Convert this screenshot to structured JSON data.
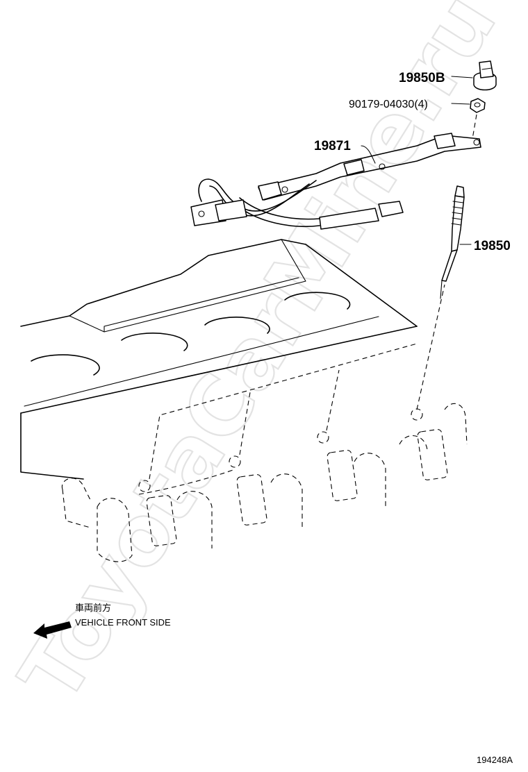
{
  "diagram": {
    "watermark": "ToyotaCarMine.ru",
    "parts": [
      {
        "id": "clamp",
        "label": "19850B"
      },
      {
        "id": "nut",
        "label": "90179-04030(4)"
      },
      {
        "id": "wire",
        "label": "19871"
      },
      {
        "id": "glow_plug",
        "label": "19850"
      }
    ],
    "direction_note": {
      "japanese": "車両前方",
      "english": "VEHICLE FRONT SIDE"
    },
    "illustration_ref": "194248A"
  }
}
